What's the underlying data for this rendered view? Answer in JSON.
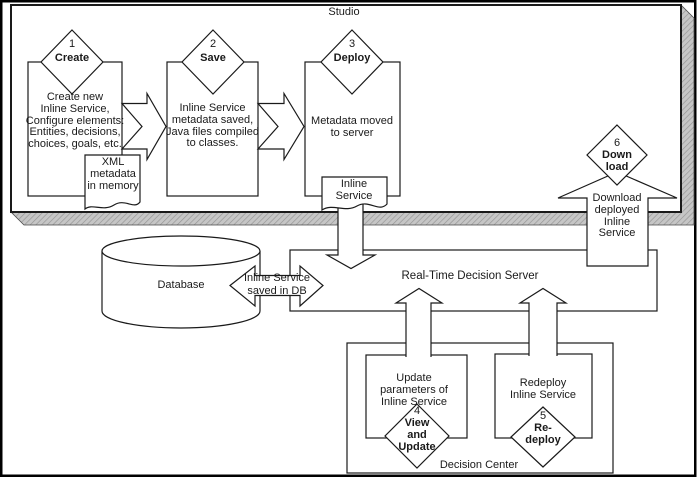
{
  "studio": {
    "label": "Studio",
    "steps": [
      {
        "number": "1",
        "label": "Create",
        "description": "Create new\nInline Service,\nConfigure elements:\nEntities, decisions,\nchoices, goals, etc."
      },
      {
        "number": "2",
        "label": "Save",
        "description": "Inline Service\nmetadata saved,\nJava files compiled\nto classes."
      },
      {
        "number": "3",
        "label": "Deploy",
        "description": "Metadata moved\nto server"
      }
    ],
    "xml_doc_label": "XML\nmetadata\nin memory",
    "inline_service_doc_label": "Inline\nService"
  },
  "server": {
    "label": "Real-Time Decision Server"
  },
  "database": {
    "label": "Database",
    "sync_arrow_label": "Inline Service\nsaved in DB"
  },
  "download_step": {
    "number": "6",
    "label": "Down\nload",
    "arrow_label": "Download\ndeployed\nInline\nService"
  },
  "decision_center": {
    "label": "Decision Center",
    "update_box": {
      "description": "Update\nparameters of\nInline Service",
      "step_number": "4",
      "step_label": "View\nand\nUpdate"
    },
    "redeploy_box": {
      "description": "Redeploy\nInline Service",
      "step_number": "5",
      "step_label": "Re-\ndeploy"
    }
  },
  "colors": {
    "line": "#1a1a1a",
    "shadow_fill": "#c6c6c6",
    "background": "#ffffff"
  }
}
